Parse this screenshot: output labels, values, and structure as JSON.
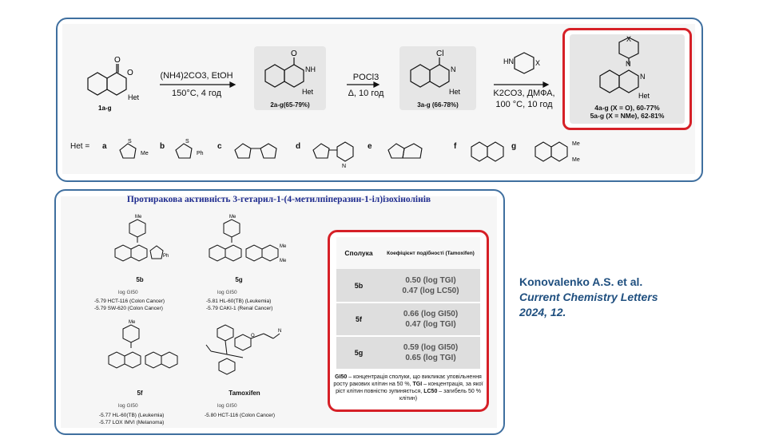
{
  "scheme": {
    "reagents1_line1": "(NH4)2CO3, EtOH",
    "reagents1_line2": "150°C, 4 год",
    "reagents2_line1": "POCl3",
    "reagents2_line2": "Δ, 10 год",
    "reagents3_line1": "K2CO3, ДМФА,",
    "reagents3_line2": "100 °C, 10 год",
    "cpd1": "1a-g",
    "cpd2": "2a-g(65-79%)",
    "cpd3": "3a-g (66-78%)",
    "cpd4": "4a-g (X = O), 60-77%",
    "cpd5": "5a-g (X = NMe), 62-81%",
    "het_label": "Het =",
    "het_items": [
      "a",
      "b",
      "c",
      "d",
      "e",
      "f",
      "g"
    ],
    "label_het": "Het",
    "label_O": "O",
    "label_N": "N",
    "label_NH": "NH",
    "label_Cl": "Cl",
    "label_HN": "HN",
    "label_X": "X",
    "label_Ph": "Ph",
    "label_S": "S",
    "label_Me": "Me"
  },
  "activity": {
    "title": "Протиракова  активність  3-гетарил-1-(4-метилпіперазин-1-іл)ізохінолінів",
    "log_gi": "log GI50",
    "cpd_5b": "5b",
    "cpd_5b_l1": "-5.79  HCT-116 (Colon Cancer)",
    "cpd_5b_l2": "-5.79  SW-620 (Colon Cancer)",
    "cpd_5g": "5g",
    "cpd_5g_l1": "-5.81  HL-60(TB) (Leukemia)",
    "cpd_5g_l2": "-5.79  CAKI-1 (Renal Cancer)",
    "cpd_5f": "5f",
    "cpd_5f_l1": "-5.77  HL-60(TB) (Leukemia)",
    "cpd_5f_l2": "-5.77  LOX IMVI (Melanoma)",
    "cpd_tam": "Tamoxifen",
    "cpd_tam_l1": "-5.80  HCT-116 (Colon Cancer)",
    "table_h1": "Сполука",
    "table_h2": "Коефіцієнт подібності (Tamoxifen)",
    "rows": [
      {
        "cpd": "5b",
        "v1": "0.50 (log TGI)",
        "v2": "0.47 (log LC50)"
      },
      {
        "cpd": "5f",
        "v1": "0.66 (log GI50)",
        "v2": "0.47 (log TGI)"
      },
      {
        "cpd": "5g",
        "v1": "0.59 (log GI50)",
        "v2": "0.65 (log TGI)"
      }
    ],
    "note_gi": "GI50",
    "note_gi_txt": " – концентрація сполуки, що викликає уповільнення росту ракових клітин на 50 %,",
    "note_tgi": "TGI",
    "note_tgi_txt": " – концентрація, за якої ріст клітин повністю зупиняється,",
    "note_lc": "LC50",
    "note_lc_txt": " – загибель 50 % клітин)"
  },
  "citation": {
    "authors": "Konovalenko A.S. et al.",
    "journal": "Current Chemistry Letters",
    "year_vol": "2024, 12."
  },
  "colors": {
    "frame": "#3f6f9f",
    "highlight": "#d62027",
    "title": "#1f2c8f",
    "citation": "#1f4f7f"
  }
}
